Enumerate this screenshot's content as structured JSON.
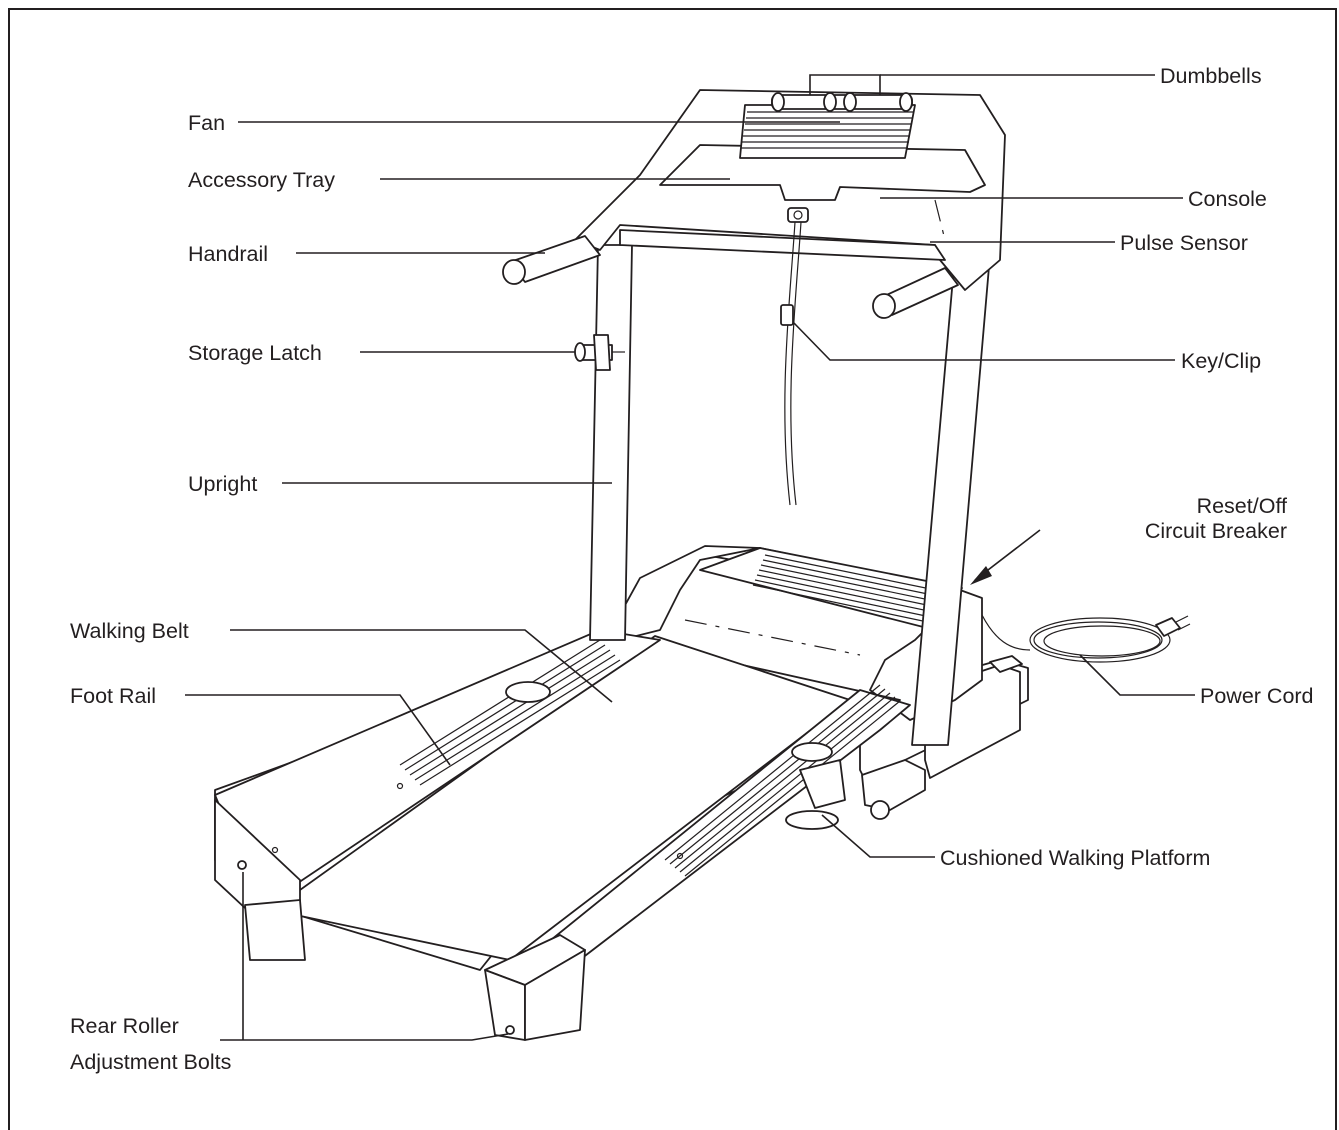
{
  "diagram": {
    "labels": {
      "dumbbells": "Dumbbells",
      "fan": "Fan",
      "accessory_tray": "Accessory Tray",
      "console": "Console",
      "handrail": "Handrail",
      "pulse_sensor": "Pulse Sensor",
      "storage_latch": "Storage Latch",
      "key_clip": "Key/Clip",
      "upright": "Upright",
      "reset_off": "Reset/Off",
      "circuit_breaker": "Circuit Breaker",
      "walking_belt": "Walking Belt",
      "foot_rail": "Foot Rail",
      "power_cord": "Power Cord",
      "cushioned_walking_platform": "Cushioned Walking Platform",
      "rear_roller": "Rear Roller",
      "adjustment_bolts": "Adjustment Bolts"
    },
    "colors": {
      "ink": "#231f20",
      "paper": "#ffffff"
    }
  }
}
